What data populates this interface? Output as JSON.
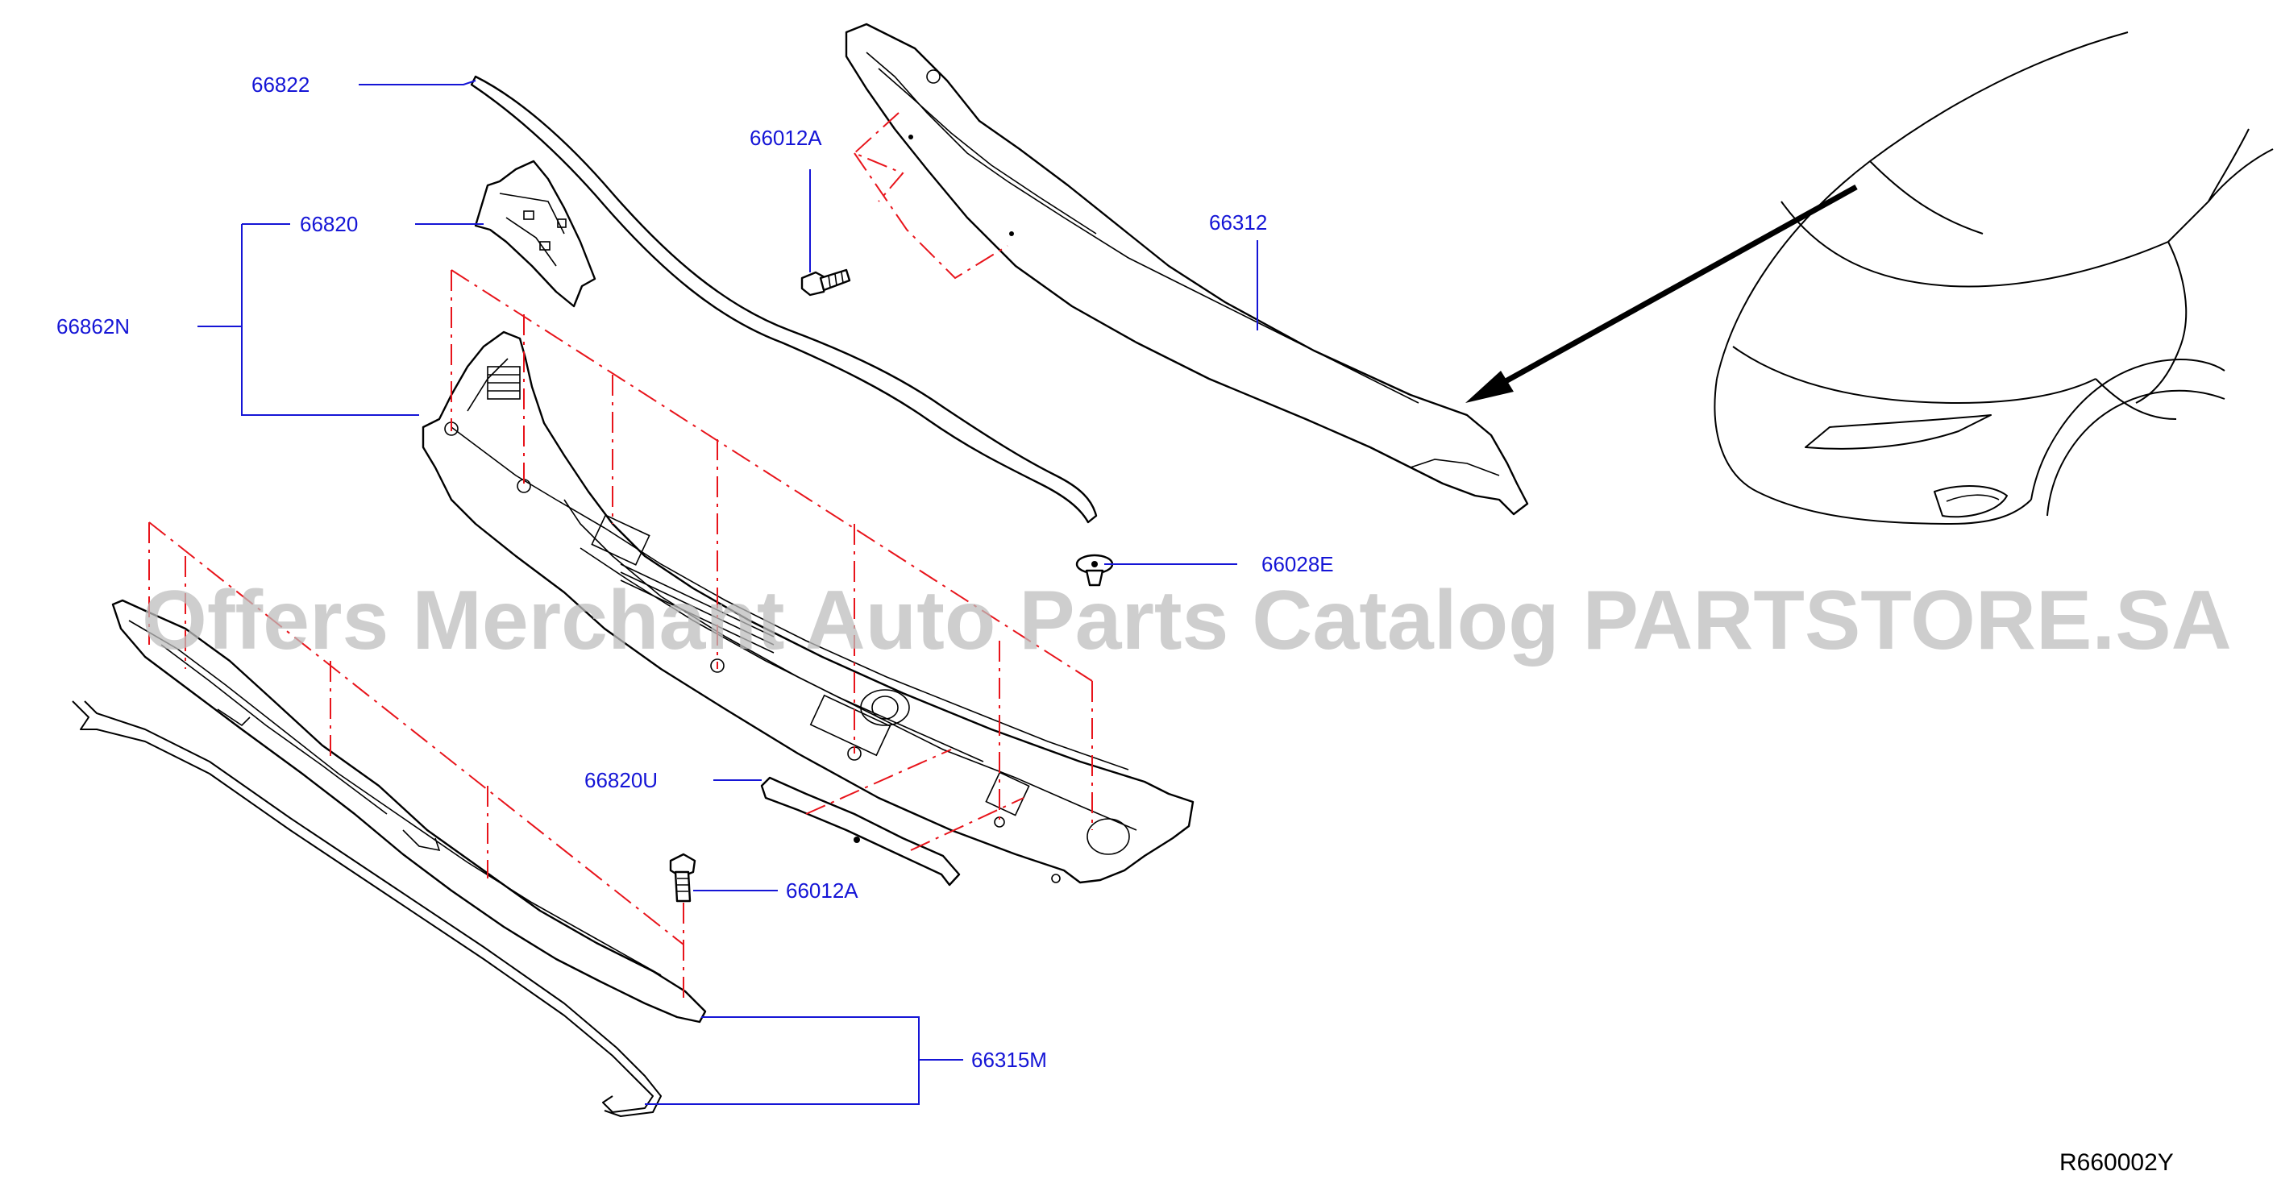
{
  "labels": {
    "p66822": "66822",
    "p66820": "66820",
    "p66862N": "66862N",
    "p66012A_top": "66012A",
    "p66312": "66312",
    "p66028E": "66028E",
    "p66820U": "66820U",
    "p66012A_bottom": "66012A",
    "p66315M": "66315M"
  },
  "reference_code": "R660002Y",
  "watermark": "Offers Merchant Auto Parts Catalog PARTSTORE.SA",
  "colors": {
    "label_blue": "#1515d6",
    "leader_blue": "#1515d6",
    "explode_red": "#e8141b",
    "line_black": "#000000",
    "watermark_gray": "#bdbdbd"
  }
}
